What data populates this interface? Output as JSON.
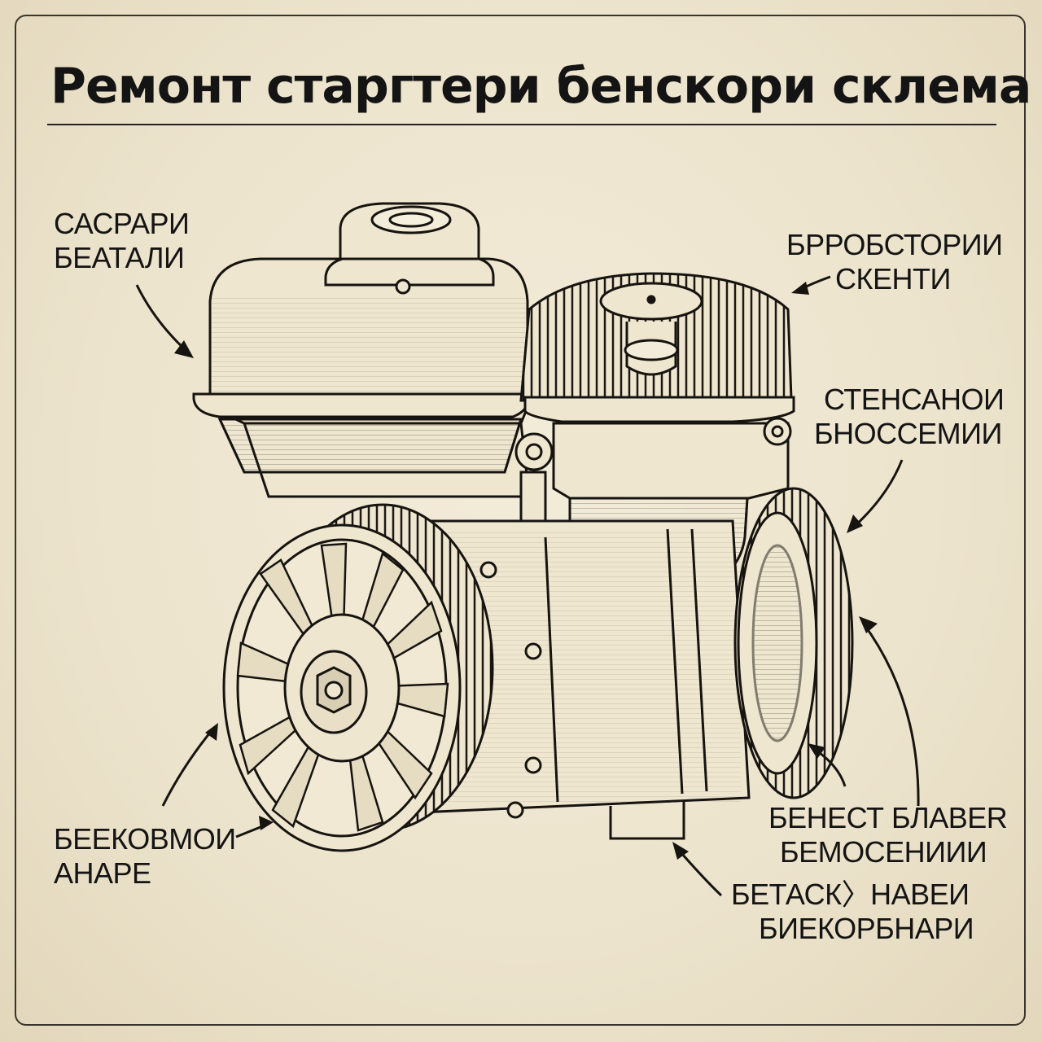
{
  "title": "Ремонт старгтери бенскори склема",
  "labels": {
    "top_left": [
      "САСРАРИ",
      "БЕАТАЛИ"
    ],
    "top_right": [
      "БРРОБСТОРИИ",
      "СКЕНТИ"
    ],
    "mid_right": [
      "СТЕНСАНОИ",
      "БНОССЕМИИ"
    ],
    "bottom_left": [
      "БЕЕКОВМОИ",
      "АНАРЕ"
    ],
    "bottom_right_1": [
      "БЕНЕСТ БЛАВЕR",
      "БЕМОСЕНИИИ"
    ],
    "bottom_right_2": [
      "БЕТАСК〉НАВЕИ",
      "БИЕКОРБНАРИ"
    ]
  },
  "colors": {
    "paper": "#ece3cd",
    "ink": "#141414",
    "part_fill": "#efe6cf"
  }
}
